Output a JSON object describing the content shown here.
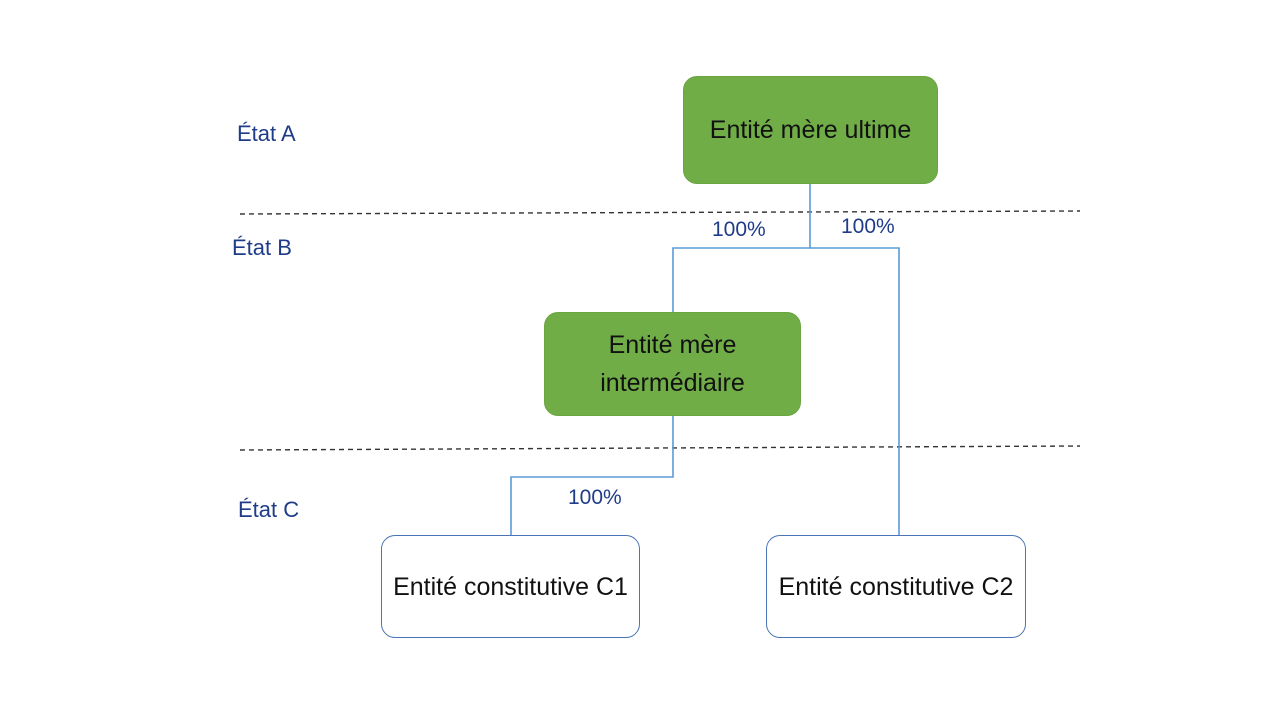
{
  "states": {
    "a": "État A",
    "b": "État B",
    "c": "État C"
  },
  "entities": {
    "ultimate_parent": "Entité mère ultime",
    "intermediate_parent": "Entité mère intermédiaire",
    "constituent_c1": "Entité constitutive C1",
    "constituent_c2": "Entité constitutive C2"
  },
  "ownership": {
    "ultimate_to_intermediate": "100%",
    "ultimate_to_c2": "100%",
    "intermediate_to_c1": "100%"
  },
  "colors": {
    "parent_fill": "#70ad47",
    "constituent_border": "#4a74b7",
    "connector": "#5b9bd5",
    "label_text": "#1f3c88",
    "divider": "#333333"
  }
}
